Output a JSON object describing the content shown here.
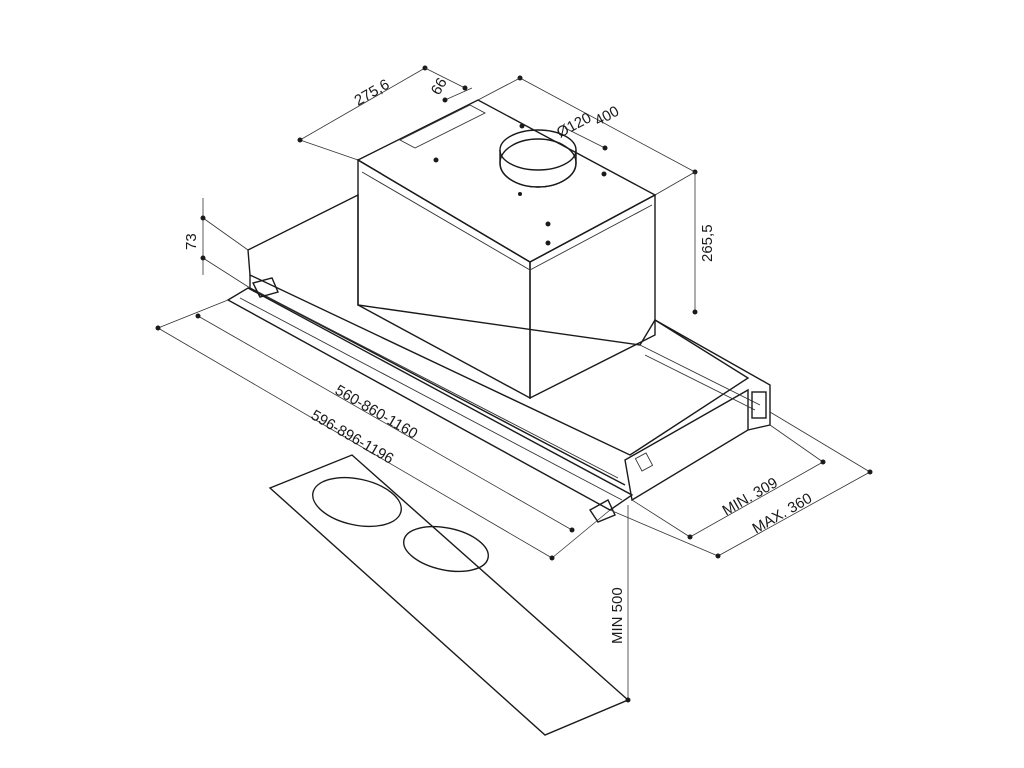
{
  "diagram": {
    "dimensions": {
      "depth_top": "275,6",
      "offset": "66",
      "diameter": "Ø120",
      "width_top": "400",
      "height_box": "265,5",
      "height_panel": "73",
      "width_inner": "560-860-1160",
      "width_outer": "596-896-1196",
      "depth_min": "MIN. 309",
      "depth_max": "MAX. 360",
      "clearance": "MIN 500"
    },
    "colors": {
      "line": "#1a1a1a",
      "box_top": "#e6e6e6",
      "box_front": "#f2f2f2",
      "box_side": "#d9d9d9",
      "panel": "#eeeeee",
      "background": "#ffffff"
    }
  }
}
